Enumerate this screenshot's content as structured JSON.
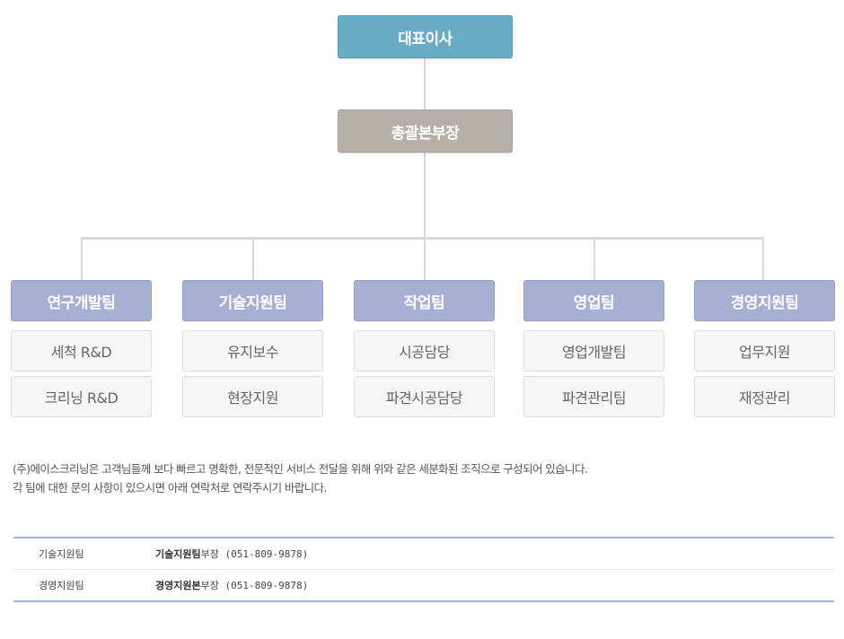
{
  "chart": {
    "ceo": "대표이사",
    "general_manager": "총괄본부장",
    "teams": [
      {
        "name": "연구개발팀",
        "units": [
          "세척 R&D",
          "크리닝 R&D"
        ]
      },
      {
        "name": "기술지원팀",
        "units": [
          "유지보수",
          "현장지원"
        ]
      },
      {
        "name": "작업팀",
        "units": [
          "시공담당",
          "파견시공담당"
        ]
      },
      {
        "name": "영업팀",
        "units": [
          "영업개발팀",
          "파견관리팀"
        ]
      },
      {
        "name": "경영지원팀",
        "units": [
          "업무지원",
          "재정관리"
        ]
      }
    ]
  },
  "description": {
    "line1": "(주)에이스크리닝은 고객님들께 보다 빠르고 명확한, 전문적인 서비스 전달을 위해 위와 같은 세분화된 조직으로 구성되어 있습니다.",
    "line2": "각 팀에 대한 문의 사항이 있으시면 아래 연락처로 연락주시기 바랍니다."
  },
  "contacts": [
    {
      "team": "기술지원팀",
      "strong": "기술지원팀",
      "rest": "부장 (051-809-9878)"
    },
    {
      "team": "경영지원팀",
      "strong": "경영지원본",
      "rest": "부장 (051-809-9878)"
    }
  ],
  "colors": {
    "ceo": "#6aabc5",
    "general_manager": "#b7b0a9",
    "team": "#a7afd3",
    "unit": "#f6f6f6",
    "table_border": "#9fb3d6"
  }
}
